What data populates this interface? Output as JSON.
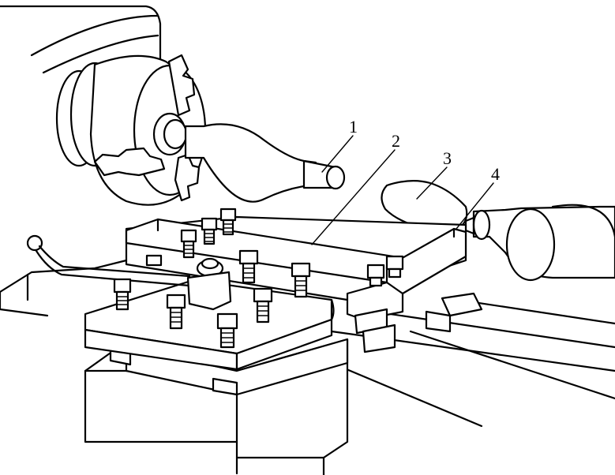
{
  "figure": {
    "callouts": [
      {
        "id": "callout-1",
        "label": "1"
      },
      {
        "id": "callout-2",
        "label": "2"
      },
      {
        "id": "callout-3",
        "label": "3"
      },
      {
        "id": "callout-4",
        "label": "4"
      }
    ]
  }
}
